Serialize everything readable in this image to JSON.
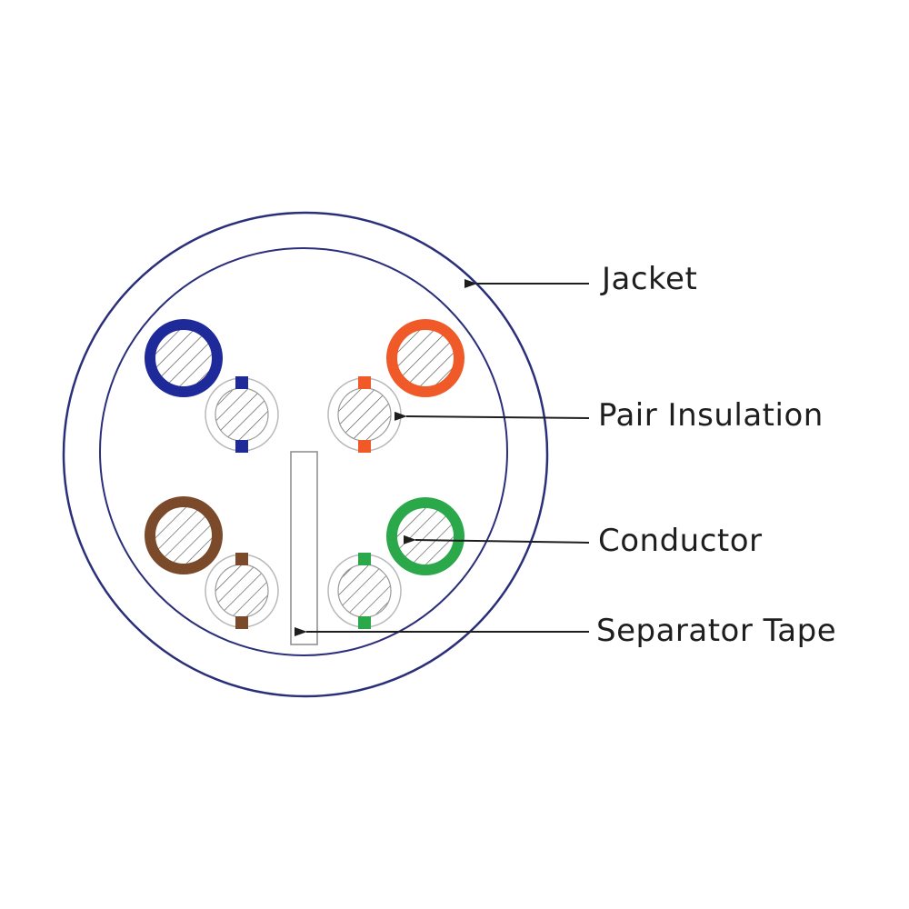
{
  "labels": {
    "jacket": "Jacket",
    "pair_insulation": "Pair Insulation",
    "conductor": "Conductor",
    "separator_tape": "Separator Tape"
  },
  "colors": {
    "jacket_outline": "#2b2f7a",
    "blue": "#1e2a9a",
    "orange": "#f05a28",
    "green": "#2ba84a",
    "brown": "#7a4a2a",
    "hatch": "#555555",
    "pale_insulation": "#b9b9b9",
    "arrow": "#1e1e1e"
  },
  "pairs": [
    {
      "name": "blue-pair"
    },
    {
      "name": "orange-pair"
    },
    {
      "name": "brown-pair"
    },
    {
      "name": "green-pair"
    }
  ]
}
